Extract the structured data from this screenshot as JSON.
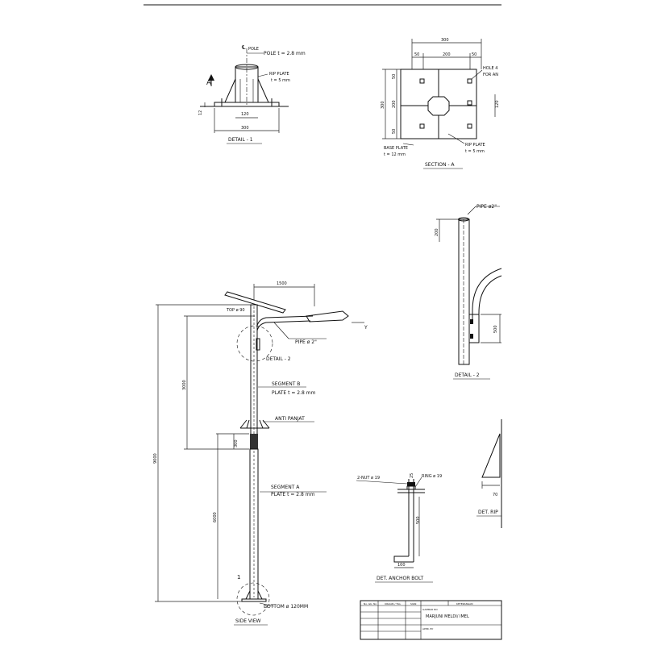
{
  "detail1": {
    "pole_label": "POLE",
    "pole_thickness": "POLE t = 2.8 mm",
    "rib_plate": "RIP PLATE",
    "rib_thickness": "t = 5 mm",
    "section_marker": "A",
    "dim_height": "12",
    "dim_inner": "120",
    "dim_width": "300",
    "title": "DETAIL - 1"
  },
  "sectionA": {
    "dim_total": "300",
    "dim_left": "50",
    "dim_mid": "200",
    "dim_right": "50",
    "dim_side_total": "300",
    "dim_side_top": "50",
    "dim_side_mid": "200",
    "dim_side_bottom": "50",
    "dim_right_inner": "120",
    "hole_label": "HOLE 4",
    "hole_label2": "FOR AN",
    "base_plate": "BASE PLATE",
    "base_thickness": "t = 12 mm",
    "rib_plate": "RIP PLATE",
    "rib_thickness": "t = 5 mm",
    "title": "SECTION - A"
  },
  "detail2": {
    "pipe_label": "PIPE ø2\"",
    "dim_top": "200",
    "dim_bracket": "500",
    "title": "DETAIL - 2"
  },
  "side_view": {
    "dim_arm": "1500",
    "top_label": "TOP ø 90",
    "pipe_label": "PIPE ø 2\"",
    "detail2_ref": "DETAIL - 2",
    "segment_b": "SEGMENT B",
    "plate_b": "PLATE t = 2.8 mm",
    "anti_panjat": "ANTI PANJAT",
    "dim_total": "9000",
    "dim_seg_b": "3000",
    "dim_overlap": "300",
    "dim_seg_a": "6000",
    "segment_a": "SEGMENT A",
    "plate_a": "PLATE t = 2.8 mm",
    "detail1_ref": "1",
    "bottom_label": "BOTTOM ø 120MM",
    "title": "SIDE VIEW",
    "marker_y": "Y"
  },
  "anchor": {
    "nut_label": "2-NUT ø 19",
    "ring_label": "RING ø 19",
    "dim_top": "25",
    "dim_length": "500",
    "dim_hook": "100",
    "title": "DET. ANCHOR BOLT"
  },
  "rib": {
    "dim": "70",
    "title": "DET. RIP"
  },
  "title_block": {
    "h1": "No. Gb. No",
    "h2": "URAIAN / TGL",
    "h3": "SIGN",
    "h4": "KETERANGAN",
    "row1_label": "GAMBAR NO",
    "project": "MARJUNI MELDI/ IMEL",
    "row2_label": "APPR. BY"
  }
}
